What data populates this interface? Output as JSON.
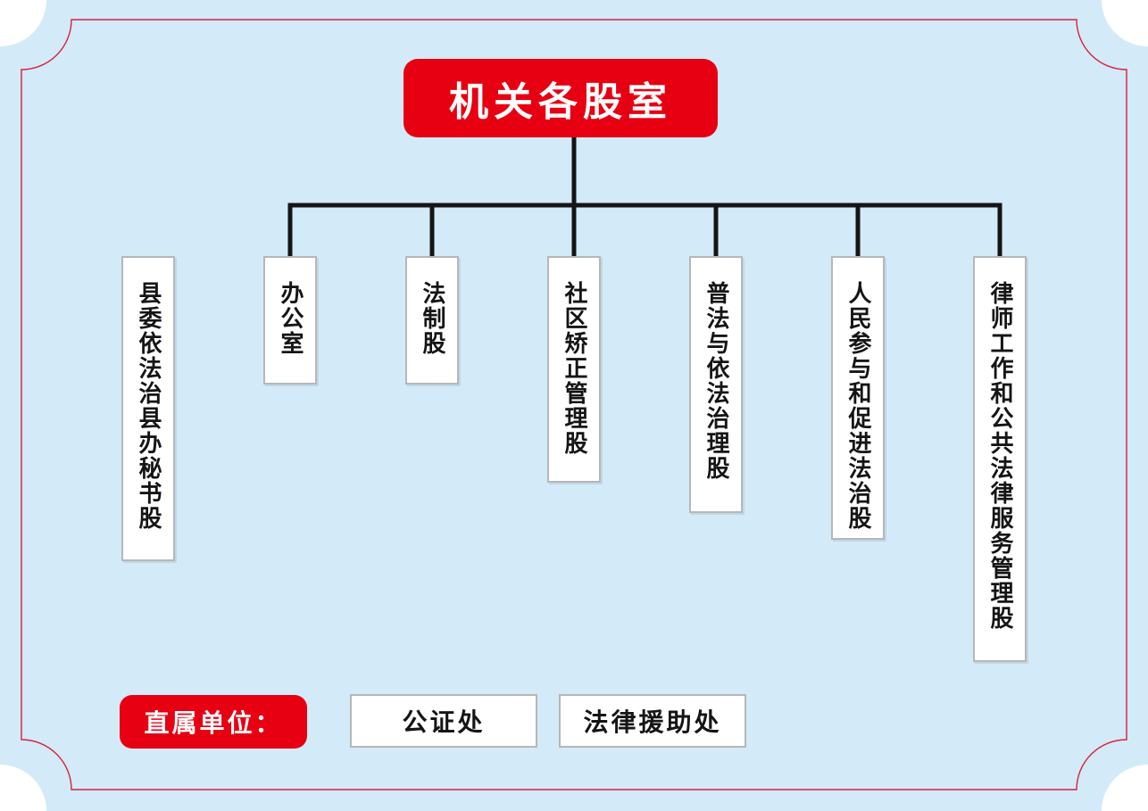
{
  "title": "机关各股室",
  "departments": [
    "县委依法治县办秘书股",
    "办公室",
    "法制股",
    "社区矫正管理股",
    "普法与依法治理股",
    "人民参与和促进法治股",
    "律师工作和公共法律服务管理股"
  ],
  "affiliated": {
    "label": "直属单位：",
    "units": [
      "公证处",
      "法律援助处"
    ]
  },
  "colors": {
    "background": "#d3eaf8",
    "accent_red": "#e60012",
    "connector": "#151515",
    "box_border": "#b7b7b7"
  }
}
